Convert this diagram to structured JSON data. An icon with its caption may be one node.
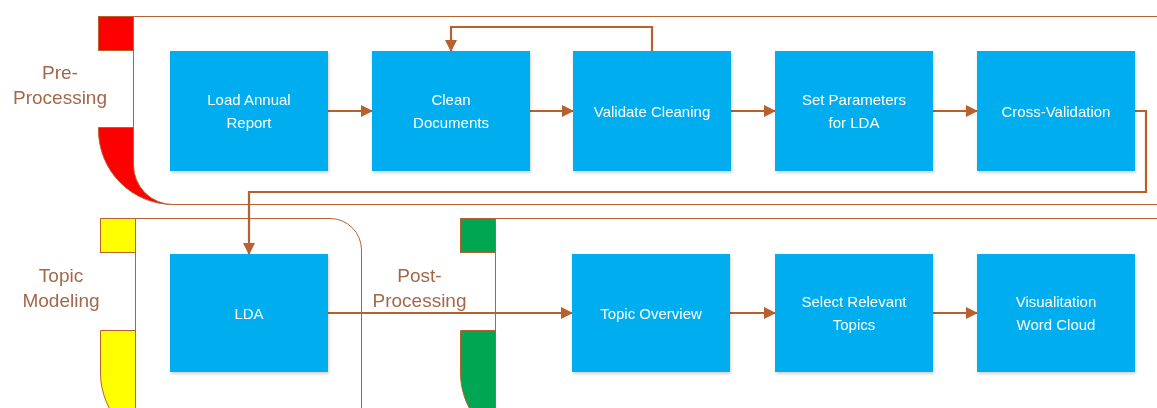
{
  "diagram": {
    "nodes": [
      {
        "text": [
          "Pre-Processing"
        ]
      },
      {
        "text": [
          "Load Annual Report"
        ],
        "in": 0
      },
      {
        "text": [
          "Clean Documents"
        ],
        "in": 0
      },
      {
        "text": [
          "Validate Cleaning"
        ],
        "in": 0
      },
      {
        "text": [
          "Set Parameters for LDA"
        ],
        "in": 0
      },
      {
        "text": [
          "Cross-Validation"
        ],
        "in": 0
      },
      {
        "text": [
          "Topic Modeling"
        ]
      },
      {
        "text": [
          "LDA"
        ],
        "in": 6
      },
      {
        "text": [
          "Post-Processing"
        ]
      },
      {
        "text": [
          "Topic Overview"
        ],
        "in": 8
      },
      {
        "text": [
          "Select Relevant Topics"
        ],
        "in": 8
      },
      {
        "text": [
          "Visualitation Word Cloud"
        ],
        "in": 8
      }
    ],
    "edges": [
      {
        "from": 1,
        "to": 2,
        "arrow": "to"
      },
      {
        "from": 2,
        "to": 3,
        "arrow": "to"
      },
      {
        "from": 3,
        "to": 2,
        "arrow": "to"
      },
      {
        "from": 3,
        "to": 4,
        "arrow": "to"
      },
      {
        "from": 4,
        "to": 5,
        "arrow": "to"
      },
      {
        "from": 5,
        "to": 7,
        "arrow": "to"
      },
      {
        "from": 7,
        "to": 9,
        "arrow": "to"
      },
      {
        "from": 9,
        "to": 10,
        "arrow": "to"
      },
      {
        "from": 10,
        "to": 11,
        "arrow": "to"
      }
    ]
  }
}
